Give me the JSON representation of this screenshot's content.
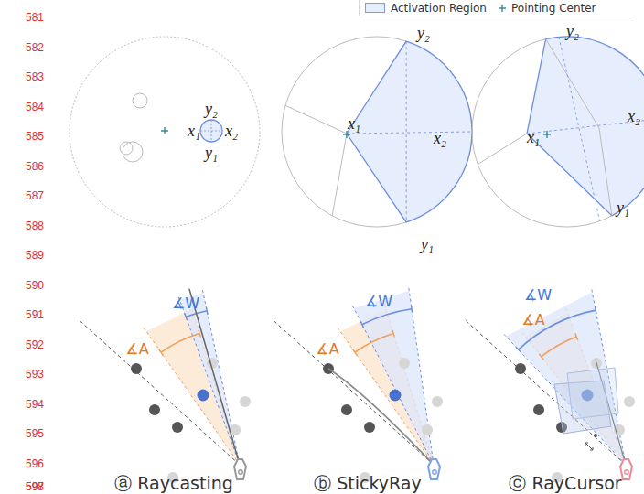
{
  "diagram": {
    "labels": [
      "581",
      "582",
      "583",
      "584",
      "585",
      "586",
      "587",
      "588",
      "589",
      "590",
      "591",
      "592",
      "593",
      "594",
      "595",
      "596",
      "597",
      "598",
      "y₂",
      "x₁",
      "x₂",
      "y₁",
      "y₂",
      "x₁",
      "x₂",
      "y₁",
      "y₂",
      "x₁",
      "x₂",
      "y₁",
      "∡W",
      "∡A",
      "∡W",
      "∡A",
      "∡W",
      "∡A",
      "ⓐ Raycasting",
      "ⓑ StickyRay",
      "ⓒ RayCursor"
    ],
    "legend": [
      {
        "text": "Activation Region",
        "color": "#e6edfc"
      },
      {
        "text": "Pointing Center"
      }
    ]
  }
}
